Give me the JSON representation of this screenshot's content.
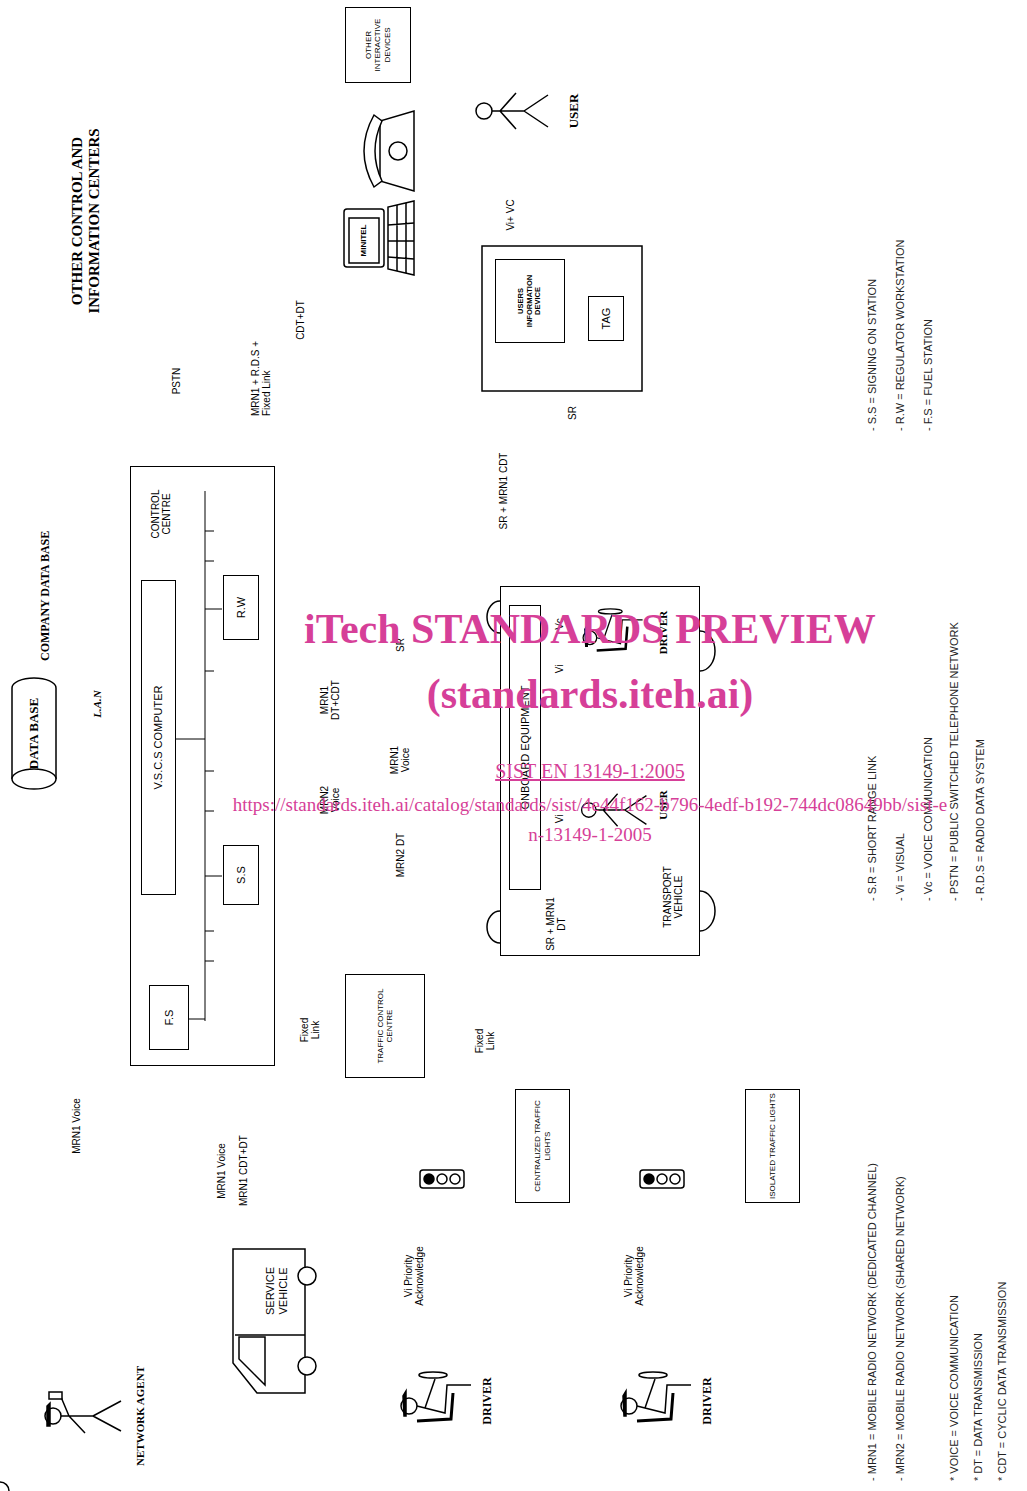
{
  "diagram": {
    "nodes": [
      {
        "text": [
          "OTHER CONTROL AND INFORMATION CENTERS"
        ]
      },
      {
        "text": [
          "OTHER INTERACTIVE DEVICES"
        ]
      },
      {
        "text": [
          "MINITEL"
        ]
      },
      {
        "text": [
          "USER"
        ]
      },
      {
        "text": [
          "USERS INFORMATION DEVICE"
        ]
      },
      {
        "text": [
          "TAG"
        ]
      },
      {
        "text": [
          "DATA BASE"
        ]
      },
      {
        "text": [
          "CONTROL CENTRE"
        ]
      },
      {
        "text": [
          "V.S.C.S COMPUTER"
        ],
        "in": 7
      },
      {
        "text": [
          "R.W"
        ],
        "in": 7
      },
      {
        "text": [
          "S.S"
        ],
        "in": 7
      },
      {
        "text": [
          "F.S"
        ],
        "in": 7
      },
      {
        "text": [
          "TRANSPORT VEHICLE"
        ]
      },
      {
        "text": [
          "ONBOARD EQUIPMENT"
        ],
        "in": 12
      },
      {
        "text": [
          "DRIVER"
        ],
        "in": 12
      },
      {
        "text": [
          "USER"
        ],
        "in": 12
      },
      {
        "text": [
          "TRAFFIC CONTROL CENTRE"
        ]
      },
      {
        "text": [
          "CENTRALIZED TRAFFIC LIGHTS"
        ]
      },
      {
        "text": [
          "ISOLATED TRAFFIC LIGHTS"
        ]
      },
      {
        "text": [
          "DRIVER"
        ]
      },
      {
        "text": [
          "DRIVER"
        ]
      },
      {
        "text": [
          "SERVICE VEHICLE"
        ]
      },
      {
        "text": [
          "NETWORK AGENT"
        ]
      }
    ],
    "edges": [
      {
        "from": 22,
        "to": 7,
        "arrow": "both",
        "label": "MRN1 Voice"
      },
      {
        "from": 6,
        "to": 8,
        "arrow": "both",
        "label": "L.A.N"
      },
      {
        "from": 0,
        "to": 7,
        "arrow": "both"
      },
      {
        "from": 7,
        "to": 2,
        "arrow": "both",
        "label": "PSTN"
      },
      {
        "from": 2,
        "to": 3,
        "arrow": "both"
      },
      {
        "from": 4,
        "to": 3,
        "arrow": "to",
        "label": "Vi+ VC"
      },
      {
        "from": 7,
        "to": 4,
        "arrow": "both",
        "label": "CDT+DT"
      },
      {
        "from": 13,
        "to": 4,
        "arrow": "both",
        "label": "SR + MRN1 CDT"
      },
      {
        "from": 5,
        "to": 13,
        "arrow": "to",
        "label": "SR"
      },
      {
        "from": 7,
        "to": 13,
        "arrow": "both",
        "label": "SR"
      },
      {
        "from": 7,
        "to": 13,
        "arrow": "both",
        "label": "MRN1 DT+CDT"
      },
      {
        "from": 7,
        "to": 13,
        "arrow": "both",
        "label": "MRN1 Voice"
      },
      {
        "from": 7,
        "to": 13,
        "arrow": "both",
        "label": "MRN2 Voice"
      },
      {
        "from": 7,
        "to": 18,
        "arrow": "to",
        "label": "MRN2 DT"
      },
      {
        "from": 13,
        "to": 18,
        "arrow": "to",
        "label": "SR + MRN1 DT"
      },
      {
        "from": 7,
        "to": 16,
        "arrow": "both",
        "label": "Fixed Link"
      },
      {
        "from": 16,
        "to": 17,
        "arrow": "to",
        "label": "Fixed Link"
      },
      {
        "from": 17,
        "to": 19,
        "arrow": "to",
        "label": "Vi Priority Acknowledge"
      },
      {
        "from": 18,
        "to": 20,
        "arrow": "to",
        "label": "Vi Priority Acknowledge"
      },
      {
        "from": 7,
        "to": 21,
        "arrow": "both",
        "label": "MRN1 Voice"
      },
      {
        "from": 13,
        "to": 14,
        "arrow": "to",
        "label": "Vi"
      },
      {
        "from": 14,
        "to": 13,
        "arrow": "both",
        "label": "Vc"
      },
      {
        "from": 13,
        "to": 15,
        "arrow": "to",
        "label": "Vi"
      }
    ],
    "labels": [
      "COMPANY DATA BASE",
      "MRN1 + R.D.S + Fixed Link",
      "MRN1 CDT+DT",
      "- MRN1 = MOBILE RADIO NETWORK (DEDICATED CHANNEL)",
      "- MRN2 = MOBILE RADIO NETWORK (SHARED NETWORK)",
      "* VOICE = VOICE COMMUNICATION",
      "* DT = DATA TRANSMISSION",
      "* CDT = CYCLIC DATA TRANSMISSION",
      "- S.R = SHORT RANGE LINK",
      "- Vi = VISUAL",
      "- Vc = VOICE COMMUNICATION",
      "- PSTN = PUBLIC SWITCHED TELEPHONE NETWORK",
      "- R.D.S = RADIO DATA SYSTEM",
      "- S.S = SIGNING ON STATION",
      "- R.W = REGULATOR WORKSTATION",
      "- F.S = FUEL STATION",
      "iTech STANDARDS PREVIEW",
      "(standards.iteh.ai)",
      "SIST EN 13149-1:2005",
      "https://standards.iteh.ai/catalog/standards/sist/4e44f162-b796-4edf-b192-744dc08649bb/sist-en-13149-1-2005"
    ]
  }
}
